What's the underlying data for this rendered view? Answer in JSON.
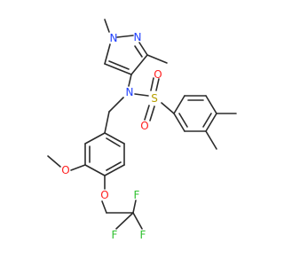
{
  "molecule": {
    "atoms": {
      "n_pyrazole_1": "N",
      "n_pyrazole_2": "N",
      "n_amine": "N",
      "s": "S",
      "o_s1": "O",
      "o_s2": "O",
      "o_methoxy": "O",
      "o_ether": "O",
      "f1": "F",
      "f2": "F",
      "f3": "F"
    },
    "colors": {
      "bond": "#2b2b2b",
      "nitrogen": "#2040ff",
      "oxygen": "#ff2020",
      "sulfur": "#b8a000",
      "fluorine": "#30c030"
    }
  }
}
